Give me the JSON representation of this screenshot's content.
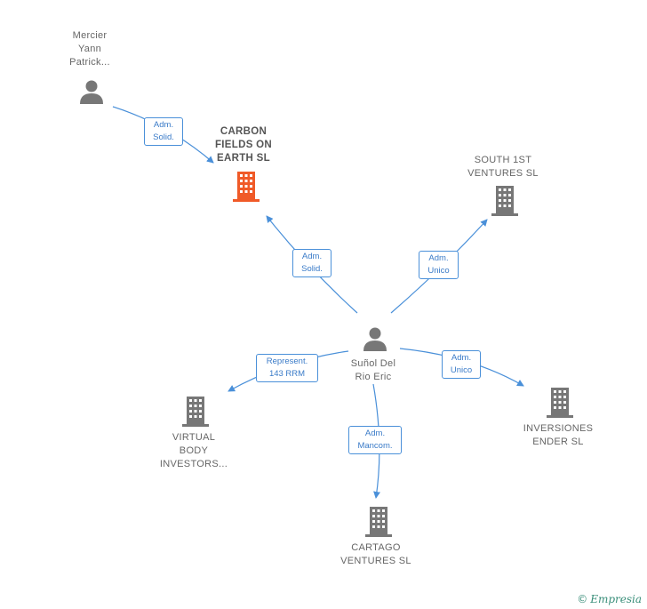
{
  "nodes": {
    "mercier": {
      "label": "Mercier\nYann\nPatrick..."
    },
    "carbon": {
      "label": "CARBON\nFIELDS ON\nEARTH  SL"
    },
    "south": {
      "label": "SOUTH 1ST\nVENTURES  SL"
    },
    "sunol": {
      "label": "Suñol Del\nRio Eric"
    },
    "virtual": {
      "label": "VIRTUAL\nBODY\nINVESTORS..."
    },
    "cartago": {
      "label": "CARTAGO\nVENTURES  SL"
    },
    "inversiones": {
      "label": "INVERSIONES\nENDER SL"
    }
  },
  "edges": {
    "mercier_carbon": "Adm.\nSolid.",
    "sunol_carbon": "Adm.\nSolid.",
    "sunol_south": "Adm.\nUnico",
    "sunol_virtual": "Represent.\n143 RRM",
    "sunol_cartago": "Adm.\nMancom.",
    "sunol_inversiones": "Adm.\nUnico"
  },
  "colors": {
    "highlight_company": "#f05a28",
    "company": "#777777",
    "person": "#777777",
    "edge": "#4a90d9"
  },
  "brand": {
    "copyright": "©",
    "name": "Empresia"
  }
}
